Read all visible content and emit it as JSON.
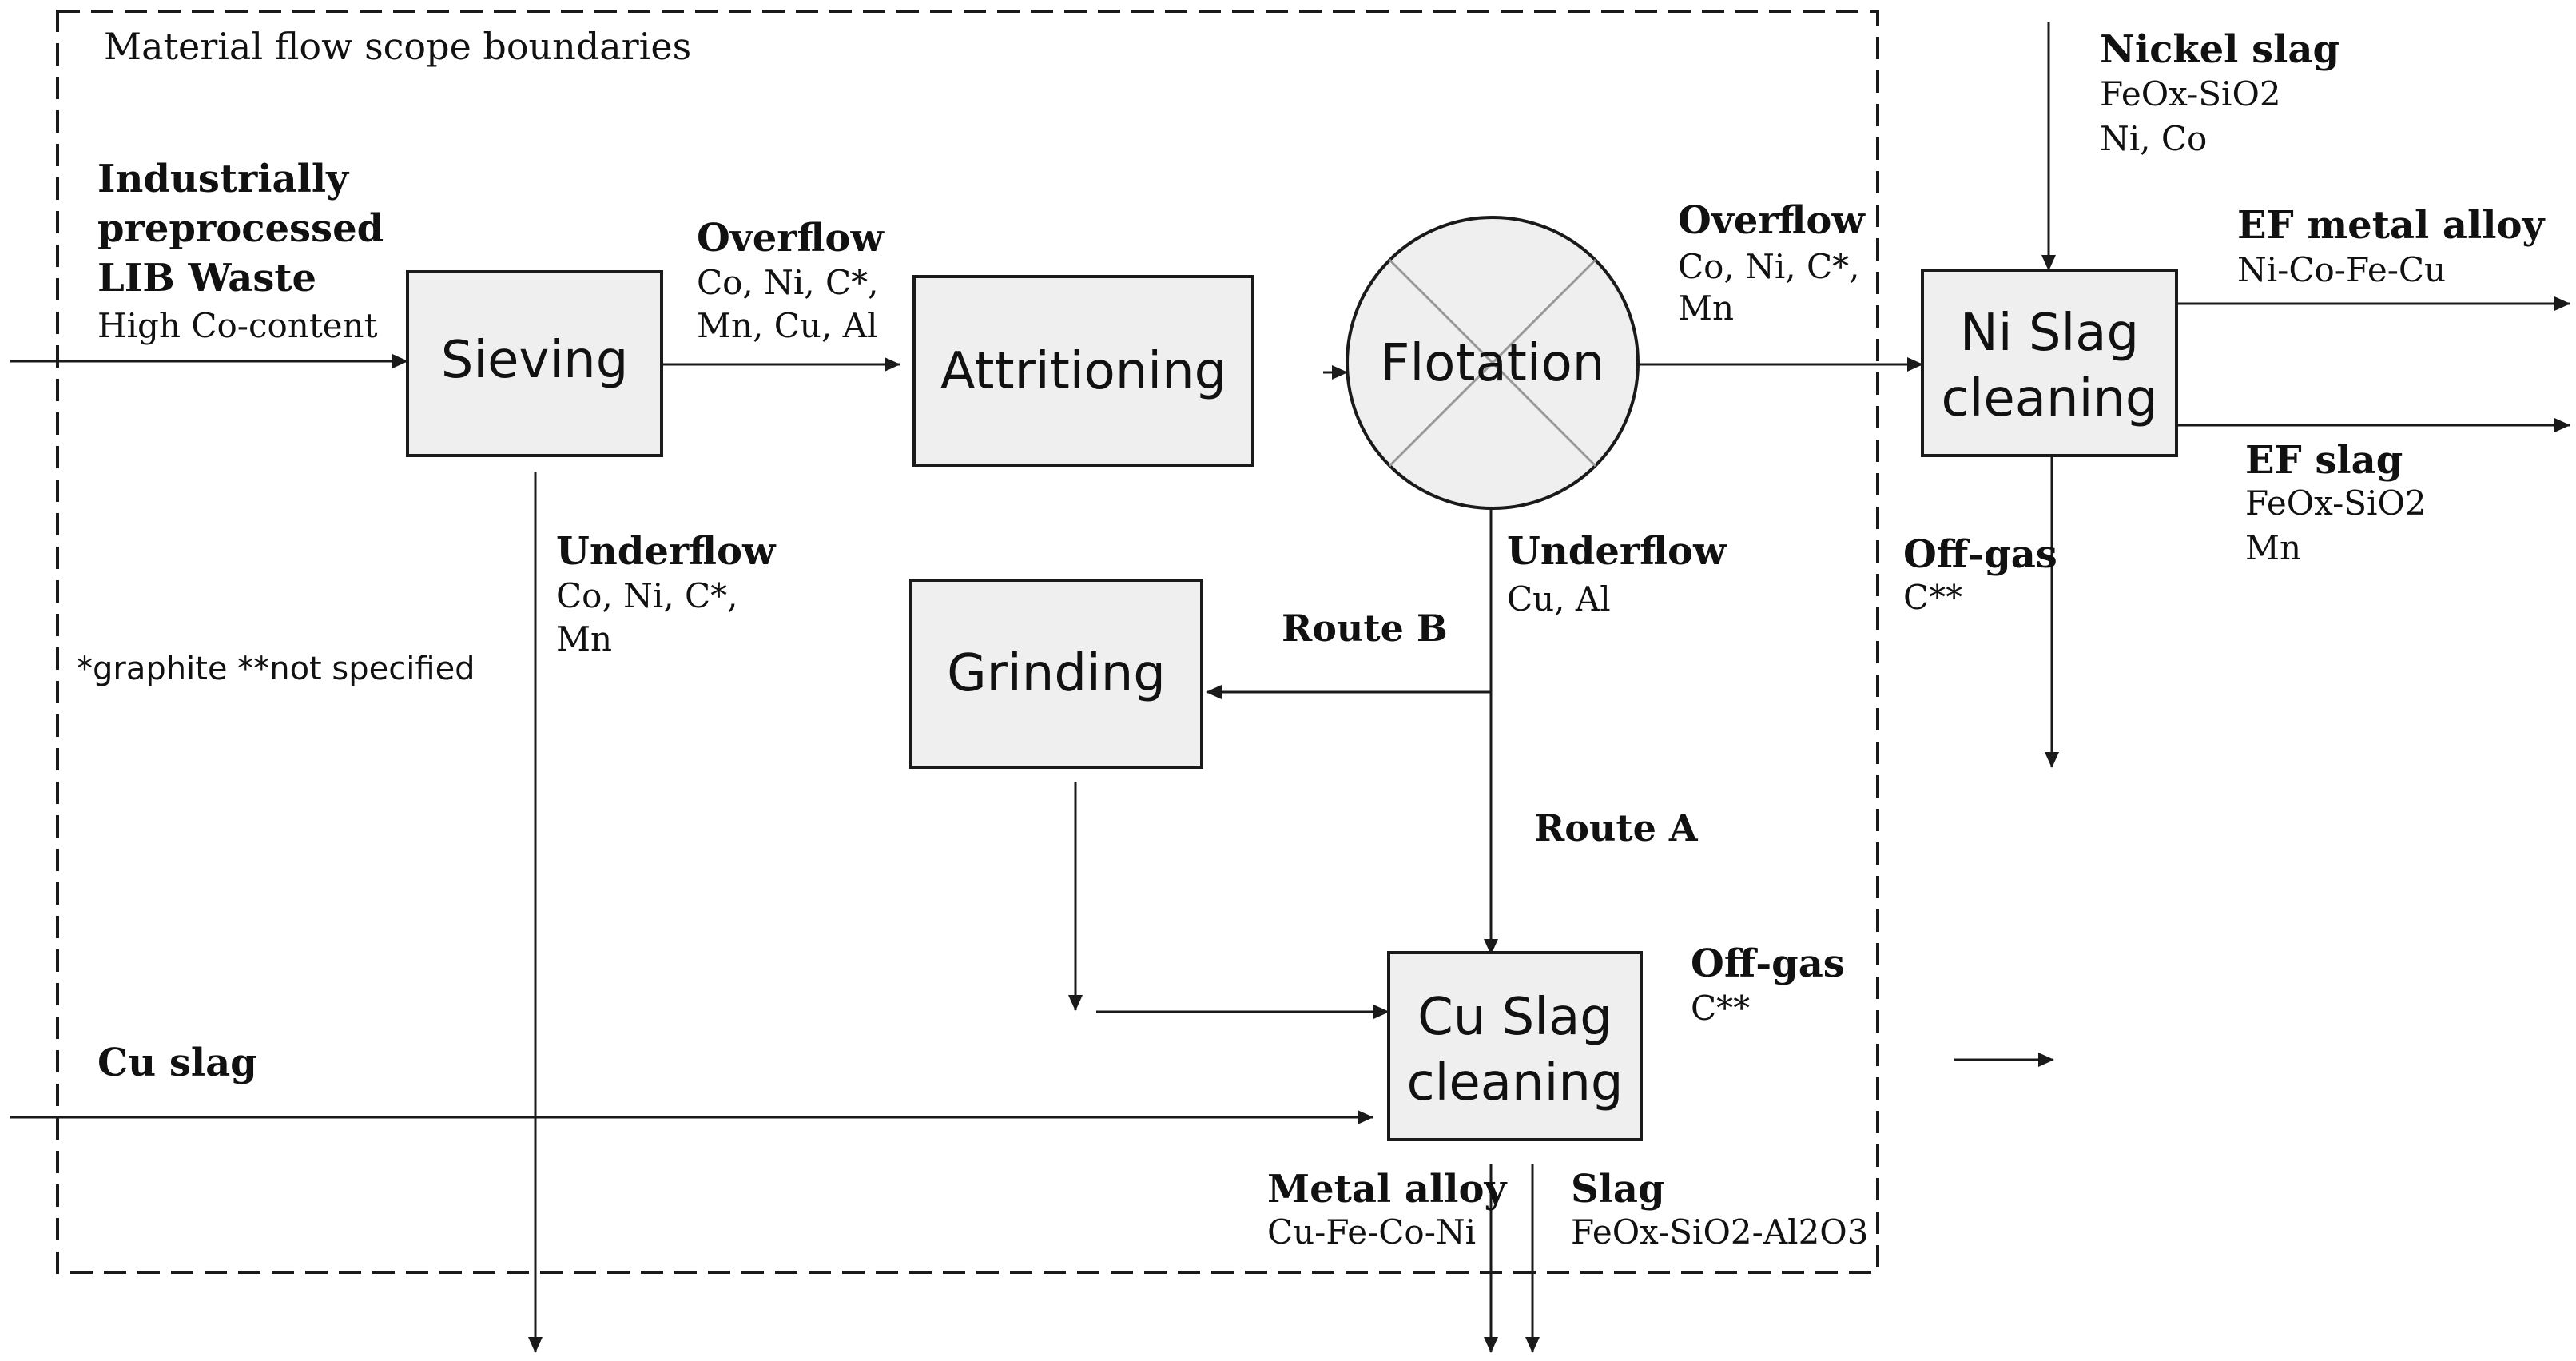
{
  "scope_label": "Material flow scope boundaries",
  "footnote": "*graphite **not specified",
  "input_lib": {
    "line1": "Industrially",
    "line2": "preprocessed",
    "line3": "LIB Waste",
    "sub": "High Co-content"
  },
  "input_cu_slag": "Cu slag",
  "input_nickel_slag": {
    "title": "Nickel slag",
    "line1": "FeOx-SiO2",
    "line2": "Ni, Co"
  },
  "boxes": {
    "sieving": "Sieving",
    "attritioning": "Attritioning",
    "flotation": "Flotation",
    "grinding": "Grinding",
    "ni_slag_1": "Ni Slag",
    "ni_slag_2": "cleaning",
    "cu_slag_1": "Cu Slag",
    "cu_slag_2": "cleaning"
  },
  "flows": {
    "sieve_overflow": {
      "title": "Overflow",
      "line1": "Co, Ni, C*,",
      "line2": "Mn, Cu, Al"
    },
    "sieve_underflow": {
      "title": "Underflow",
      "line1": "Co, Ni, C*,",
      "line2": "Mn"
    },
    "flot_overflow": {
      "title": "Overflow",
      "line1": "Co, Ni, C*,",
      "line2": "Mn"
    },
    "flot_underflow": {
      "title": "Underflow",
      "line1": "Cu, Al"
    },
    "route_b": "Route B",
    "route_a": "Route A",
    "ef_metal": {
      "title": "EF metal alloy",
      "line1": "Ni-Co-Fe-Cu"
    },
    "ef_slag": {
      "title": "EF slag",
      "line1": "FeOx-SiO2",
      "line2": "Mn"
    },
    "ni_offgas": {
      "title": "Off-gas",
      "line1": "C**"
    },
    "cu_offgas": {
      "title": "Off-gas",
      "line1": "C**"
    },
    "metal_alloy": {
      "title": "Metal alloy",
      "line1": "Cu-Fe-Co-Ni"
    },
    "slag": {
      "title": "Slag",
      "line1": "FeOx-SiO2-Al2O3"
    }
  }
}
